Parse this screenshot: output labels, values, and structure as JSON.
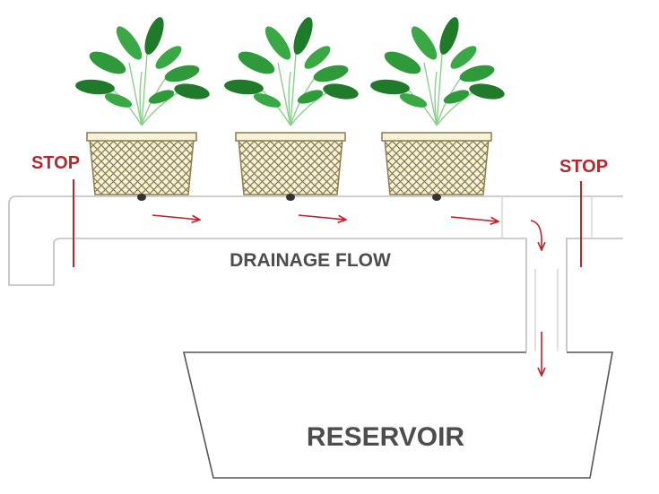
{
  "labels": {
    "stop_left": "STOP",
    "stop_right": "STOP",
    "drainage": "DRAINAGE FLOW",
    "reservoir": "RESERVOIR"
  },
  "colors": {
    "pipe_stroke": "#bdbdbd",
    "label_gray": "#4d4d4d",
    "stop_red": "#b22a30",
    "arrow_red": "#c0202a",
    "basket_fill": "#f6f2dc",
    "basket_stroke": "#8a7d4a",
    "leaf_dark": "#1f7a2a",
    "leaf_light": "#3aa845",
    "stem": "#8ccf8c"
  },
  "plants": {
    "count": 3,
    "icon": "plant-in-net-pot-icon"
  },
  "flow": {
    "horizontal_arrows": 3,
    "down_arrows": 2
  }
}
